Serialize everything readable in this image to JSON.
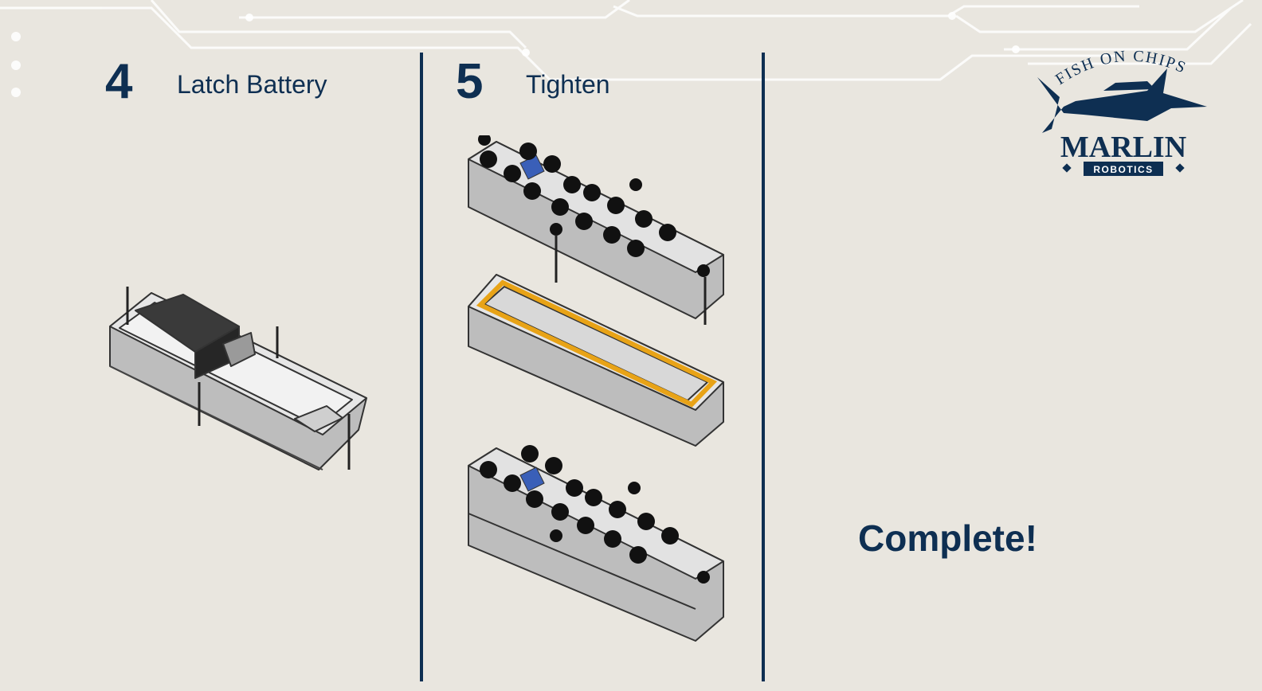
{
  "steps": [
    {
      "number": "4",
      "label": "Latch Battery"
    },
    {
      "number": "5",
      "label": "Tighten"
    }
  ],
  "complete_text": "Complete!",
  "logo": {
    "arc_text": "FISH ON CHIPS",
    "brand": "MARLIN",
    "sub": "ROBOTICS"
  },
  "colors": {
    "accent": "#0e2f52",
    "background": "#e9e6df",
    "gasket": "#e8a317",
    "highlight": "#3a5fb8"
  }
}
